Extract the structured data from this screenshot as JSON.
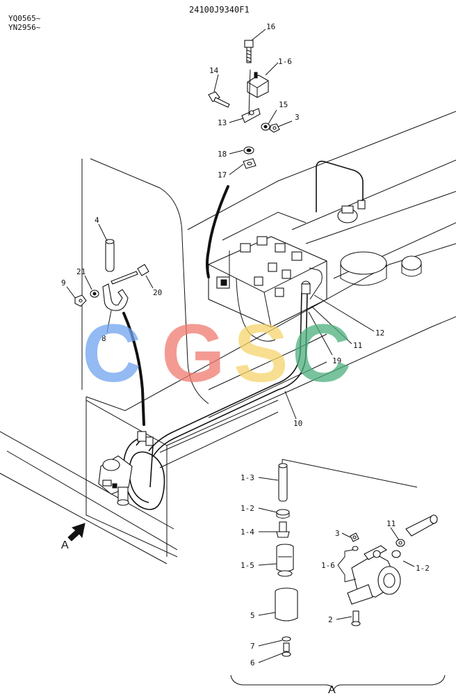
{
  "header": {
    "serial_1": "YQ0565~",
    "serial_2": "YN2956~",
    "part_number": "24100J9340F1"
  },
  "watermark": {
    "letters": [
      "C",
      "G",
      "S",
      "C"
    ],
    "colors": [
      "#6fa3f0",
      "#ef7a70",
      "#f6d36b",
      "#4caf7d"
    ]
  },
  "view": {
    "arrow_label": "A",
    "detail_label": "A"
  },
  "callouts": [
    {
      "id": "c16",
      "text": "16"
    },
    {
      "id": "c1_6_top",
      "text": "1-6"
    },
    {
      "id": "c14",
      "text": "14"
    },
    {
      "id": "c15",
      "text": "15"
    },
    {
      "id": "c3_top",
      "text": "3"
    },
    {
      "id": "c13",
      "text": "13"
    },
    {
      "id": "c18",
      "text": "18"
    },
    {
      "id": "c17",
      "text": "17"
    },
    {
      "id": "c4",
      "text": "4"
    },
    {
      "id": "c21",
      "text": "21"
    },
    {
      "id": "c9",
      "text": "9"
    },
    {
      "id": "c20",
      "text": "20"
    },
    {
      "id": "c8",
      "text": "8"
    },
    {
      "id": "c12",
      "text": "12"
    },
    {
      "id": "c11_top",
      "text": "11"
    },
    {
      "id": "c19",
      "text": "19"
    },
    {
      "id": "c10",
      "text": "10"
    },
    {
      "id": "c1_3",
      "text": "1-3"
    },
    {
      "id": "c1_2_left",
      "text": "1-2"
    },
    {
      "id": "c1_4",
      "text": "1-4"
    },
    {
      "id": "c1_5",
      "text": "1-5"
    },
    {
      "id": "c5",
      "text": "5"
    },
    {
      "id": "c7",
      "text": "7"
    },
    {
      "id": "c6",
      "text": "6"
    },
    {
      "id": "c3_bot",
      "text": "3"
    },
    {
      "id": "c1_6_bot",
      "text": "1-6"
    },
    {
      "id": "c11_bot",
      "text": "11"
    },
    {
      "id": "c1_2_right",
      "text": "1-2"
    },
    {
      "id": "c2",
      "text": "2"
    }
  ]
}
